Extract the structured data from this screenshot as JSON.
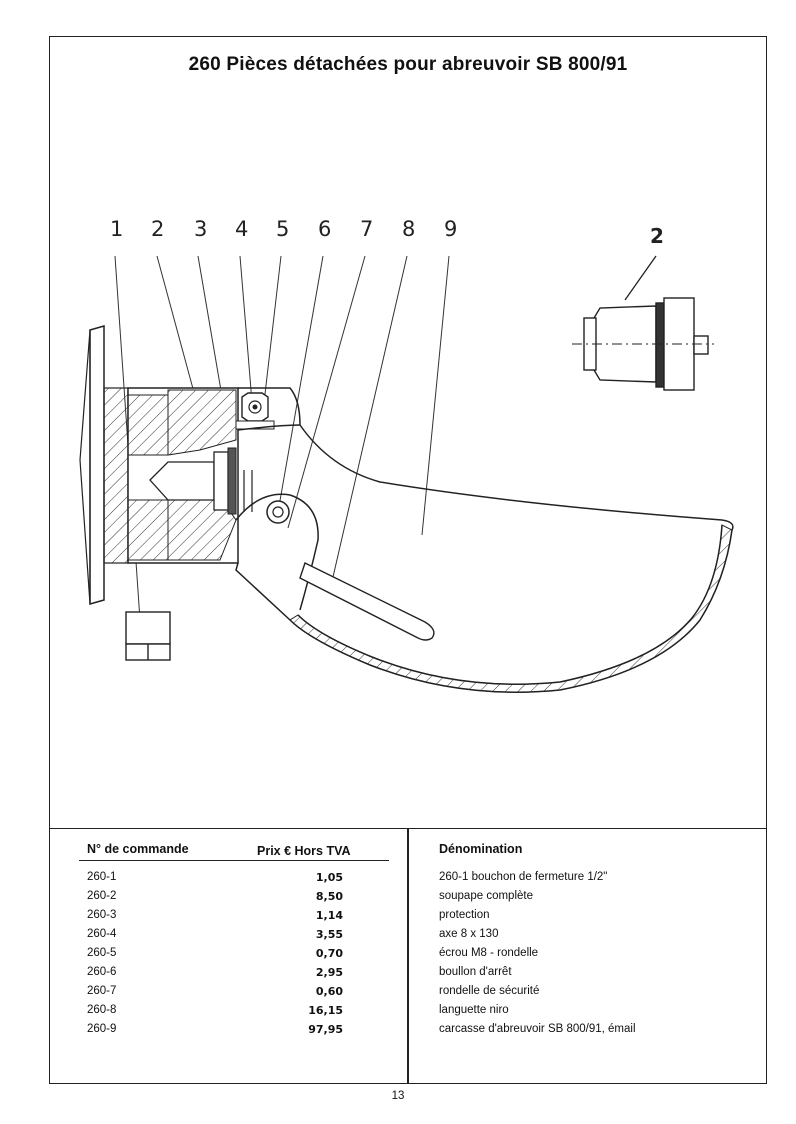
{
  "title": "260   Pièces détachées pour abreuvoir SB 800/91",
  "diagram": {
    "callouts": [
      "1",
      "2",
      "3",
      "4",
      "5",
      "6",
      "7",
      "8",
      "9"
    ],
    "detail_label": "2"
  },
  "table": {
    "headers": {
      "order_no": "N° de commande",
      "price": "Prix € Hors TVA",
      "description": "Dénomination"
    },
    "rows": [
      {
        "order_no": "260-1",
        "price": "1,05",
        "description": "260-1 bouchon de fermeture 1/2\""
      },
      {
        "order_no": "260-2",
        "price": "8,50",
        "description": "soupape complète"
      },
      {
        "order_no": "260-3",
        "price": "1,14",
        "description": "protection"
      },
      {
        "order_no": "260-4",
        "price": "3,55",
        "description": "axe 8 x 130"
      },
      {
        "order_no": "260-5",
        "price": "0,70",
        "description": "écrou M8 - rondelle"
      },
      {
        "order_no": "260-6",
        "price": "2,95",
        "description": "boullon d'arrêt"
      },
      {
        "order_no": "260-7",
        "price": "0,60",
        "description": "rondelle de sécurité"
      },
      {
        "order_no": "260-8",
        "price": "16,15",
        "description": "languette niro"
      },
      {
        "order_no": "260-9",
        "price": "97,95",
        "description": "carcasse d'abreuvoir SB 800/91, émail"
      }
    ]
  },
  "page_number": "13"
}
